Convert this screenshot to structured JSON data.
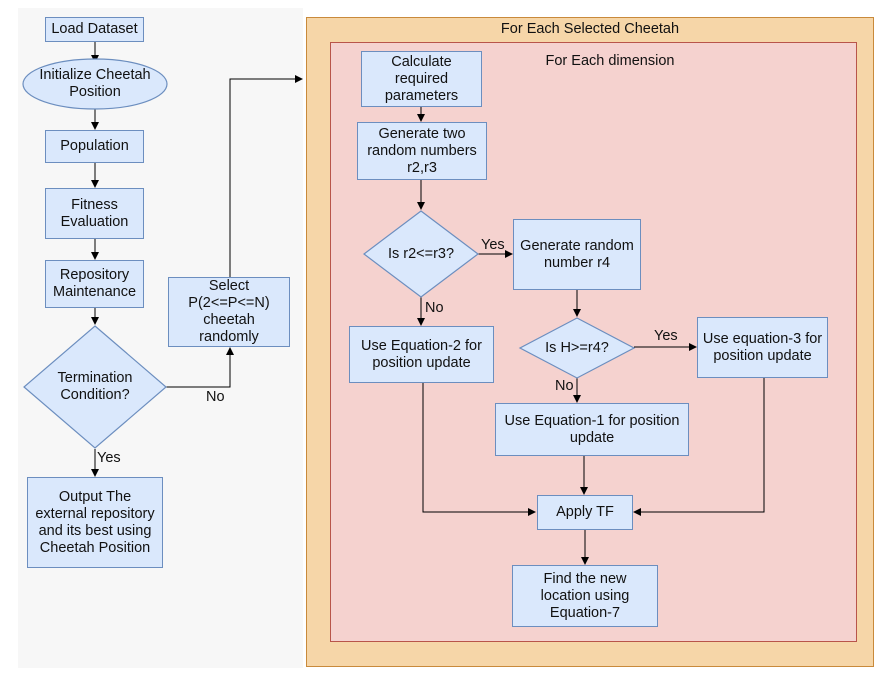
{
  "left": {
    "load": "Load Dataset",
    "init": "Initialize Cheetah Position",
    "population": "Population",
    "fitness": "Fitness Evaluation",
    "repository": "Repository Maintenance",
    "termination": "Termination Condition?",
    "output": "Output The external repository and its best using Cheetah Position",
    "yes": "Yes",
    "no": "No",
    "select": "Select P(2<=P<=N) cheetah randomly"
  },
  "outer": {
    "title": "For Each Selected Cheetah"
  },
  "inner": {
    "title": "For Each dimension",
    "calc": "Calculate required parameters",
    "gen_two": "Generate two random numbers r2,r3",
    "cond1": "Is r2<=r3?",
    "yes1": "Yes",
    "no1": "No",
    "gen_r4": "Generate random number r4",
    "eq2": "Use Equation-2 for position update",
    "cond2": "Is H>=r4?",
    "yes2": "Yes",
    "no2": "No",
    "eq3": "Use equation-3 for position update",
    "eq1": "Use Equation-1 for position update",
    "apply": "Apply TF",
    "final": "Find the new location using Equation-7"
  }
}
